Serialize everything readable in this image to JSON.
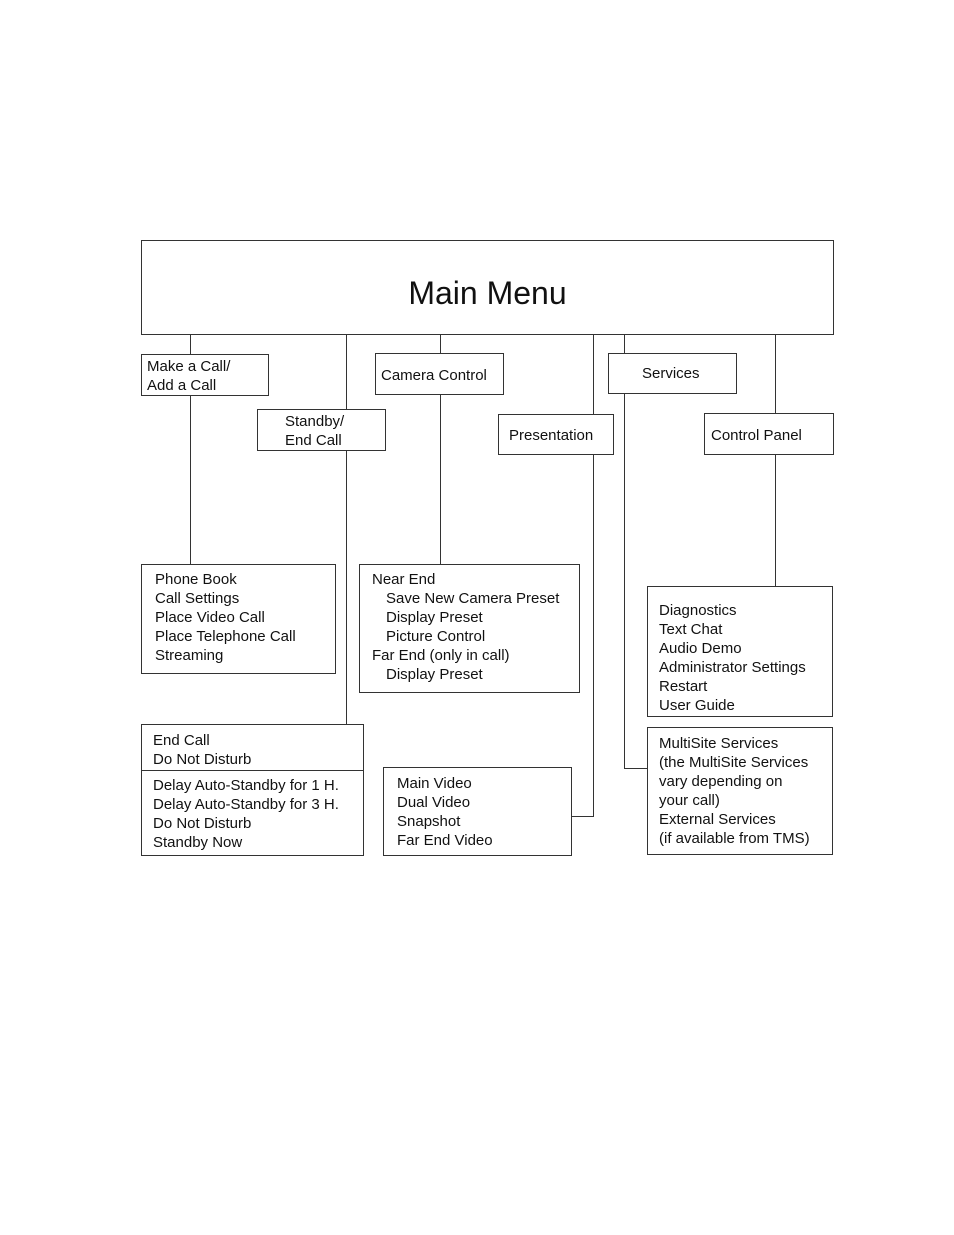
{
  "main_menu": {
    "title": "Main Menu"
  },
  "nodes": {
    "make_call": {
      "lines": [
        "Make a Call/",
        "Add a Call"
      ]
    },
    "standby": {
      "lines": [
        "Standby/",
        "End Call"
      ]
    },
    "camera": {
      "label": "Camera Control"
    },
    "presentation": {
      "label": "Presentation"
    },
    "services": {
      "label": "Services"
    },
    "control_panel": {
      "label": "Control Panel"
    }
  },
  "lists": {
    "call_options": [
      "Phone Book",
      "Call Settings",
      "Place Video Call",
      "Place Telephone Call",
      "Streaming"
    ],
    "camera_options": [
      "Near End",
      "Save New Camera Preset",
      "Display Preset",
      "Picture Control",
      "Far End (only in call)",
      "Display Preset"
    ],
    "control_options": [
      "Diagnostics",
      "Text Chat",
      "Audio Demo",
      "Administrator Settings",
      "Restart",
      "User Guide"
    ],
    "end_call_options": [
      "End Call",
      "Do Not Disturb"
    ],
    "standby_options": [
      "Delay Auto-Standby for 1 H.",
      "Delay Auto-Standby for 3 H.",
      "Do Not Disturb",
      "Standby Now"
    ],
    "presentation_options": [
      "Main Video",
      "Dual Video",
      "Snapshot",
      "Far End Video"
    ],
    "services_options": [
      "MultiSite Services",
      "(the MultiSite Services",
      "vary depending on",
      "your call)",
      "External Services",
      "(if available from TMS)"
    ]
  }
}
